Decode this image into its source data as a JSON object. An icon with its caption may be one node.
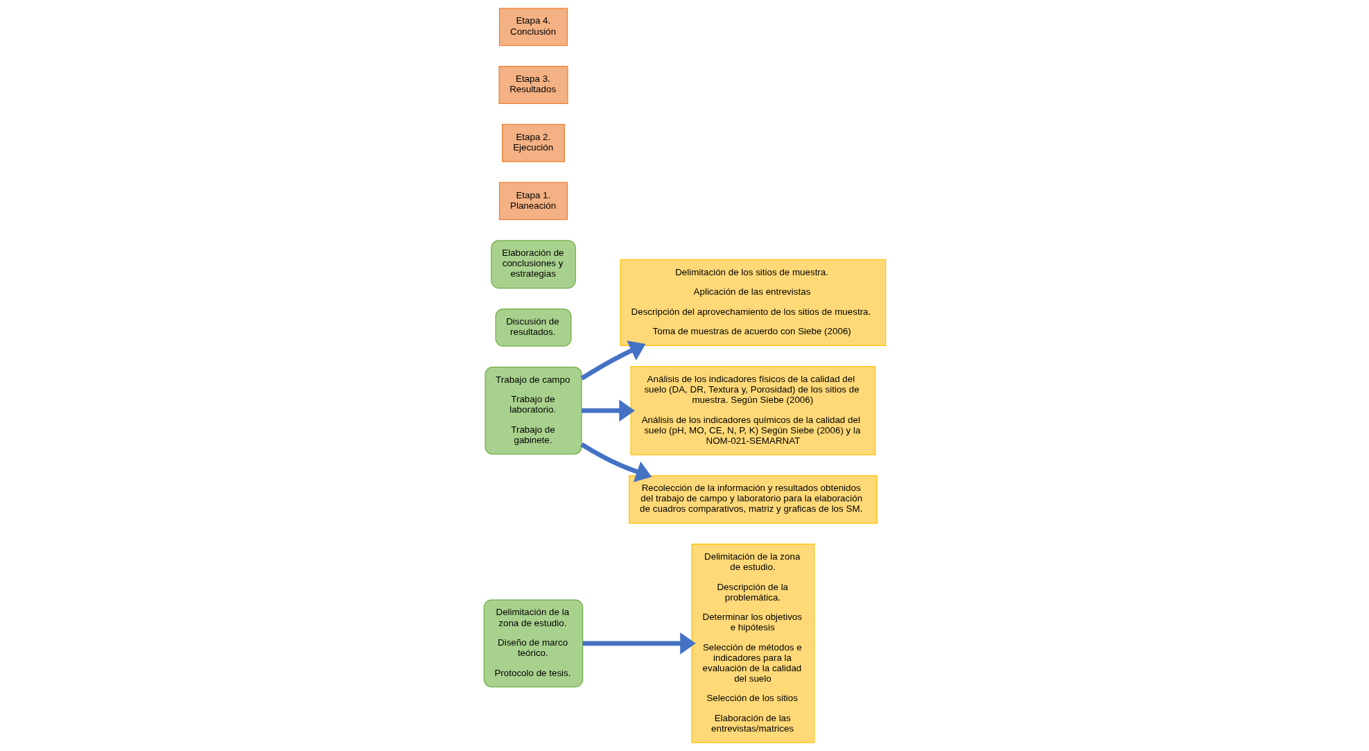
{
  "diagram": {
    "nodes": [
      {
        "text": [
          "Delimitación de la zona de estudio.",
          "Diseño de marco teórico.",
          "Protocolo de tesis."
        ]
      },
      {
        "text": [
          "Delimitación de la zona de estudio.",
          "Descripción de la problemática.",
          "Determinar los objetivos e hipótesis",
          "Selección de métodos e indicadores para la evaluación de la calidad del suelo",
          "Selección de los sitios",
          "Elaboración de las entrevistas/matrices"
        ]
      },
      {
        "text": [
          "Trabajo de campo",
          "Trabajo de laboratorio.",
          "Trabajo de gabinete."
        ]
      },
      {
        "text": [
          "Delimitación de los sitios de muestra.",
          "Aplicación de las entrevistas",
          "Descripción del aprovechamiento de los sitios de muestra.",
          "Toma de muestras de acuerdo con Siebe (2006)"
        ]
      },
      {
        "text": [
          "Análisis de los indicadores físicos de la calidad del suelo (DA, DR, Textura y, Porosidad) de los sitios de muestra. Según Siebe (2006)",
          "Análisis de los indicadores químicos de la calidad del suelo (pH, MO, CE, N, P, K) Según Siebe (2006) y la NOM-021-SEMARNAT"
        ]
      },
      {
        "text": [
          "Recolección de la información y resultados obtenidos del trabajo de campo y laboratorio para la elaboración de cuadros comparativos, matriz y graficas de los SM."
        ]
      },
      {
        "text": [
          "Discusión de resultados."
        ]
      },
      {
        "text": [
          "Elaboración de conclusiones y estrategias"
        ]
      },
      {
        "text": [
          "Etapa 1. Planeación"
        ]
      },
      {
        "text": [
          "Etapa 2. Ejecución"
        ]
      },
      {
        "text": [
          "Etapa 3. Resultados"
        ]
      },
      {
        "text": [
          "Etapa 4. Conclusión"
        ]
      }
    ],
    "edges": [
      {
        "from": 0,
        "to": 1,
        "arrow": "to"
      },
      {
        "from": 2,
        "to": 3,
        "arrow": "to"
      },
      {
        "from": 2,
        "to": 4,
        "arrow": "to"
      },
      {
        "from": 2,
        "to": 5,
        "arrow": "to"
      }
    ]
  }
}
